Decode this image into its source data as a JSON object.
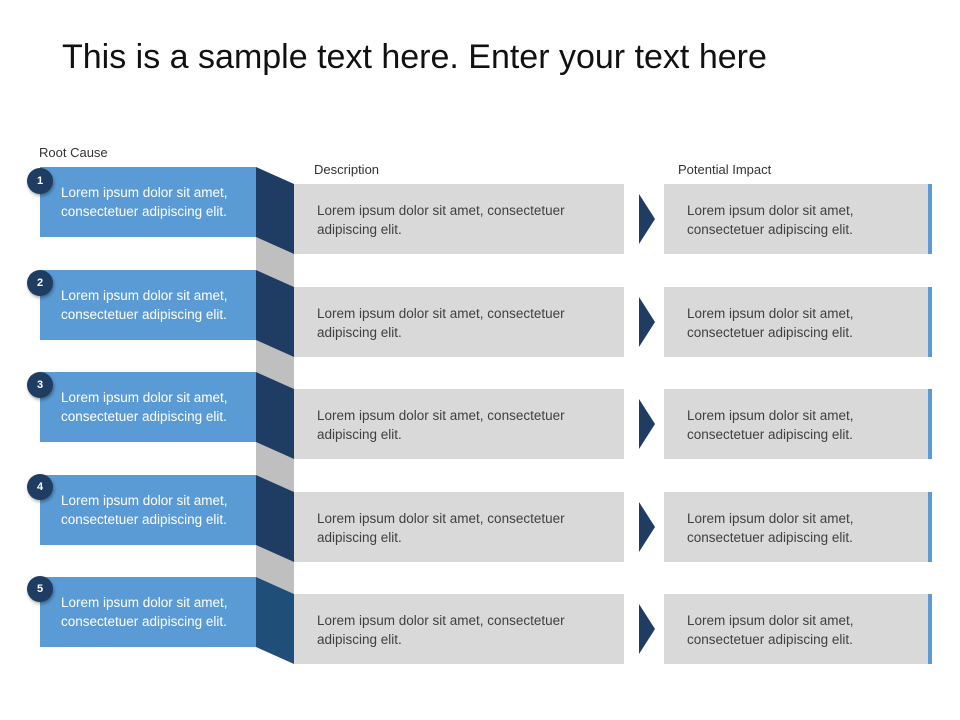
{
  "title": "This is a sample text here. Enter your text here",
  "headers": {
    "root_cause": "Root Cause",
    "description": "Description",
    "potential_impact": "Potential Impact"
  },
  "rows": [
    {
      "number": "1",
      "root": "Lorem ipsum dolor sit amet, consectetuer adipiscing elit.",
      "description": "Lorem ipsum dolor sit amet, consectetuer adipiscing elit.",
      "impact": "Lorem ipsum dolor sit amet, consectetuer adipiscing elit."
    },
    {
      "number": "2",
      "root": "Lorem ipsum dolor sit amet, consectetuer adipiscing elit.",
      "description": "Lorem ipsum dolor sit amet, consectetuer adipiscing elit.",
      "impact": "Lorem ipsum dolor sit amet, consectetuer adipiscing elit."
    },
    {
      "number": "3",
      "root": "Lorem ipsum dolor sit amet, consectetuer adipiscing elit.",
      "description": "Lorem ipsum dolor sit amet, consectetuer adipiscing elit.",
      "impact": "Lorem ipsum dolor sit amet, consectetuer adipiscing elit."
    },
    {
      "number": "4",
      "root": "Lorem ipsum dolor sit amet, consectetuer adipiscing elit.",
      "description": "Lorem ipsum dolor sit amet, consectetuer adipiscing elit.",
      "impact": "Lorem ipsum dolor sit amet, consectetuer adipiscing elit."
    },
    {
      "number": "5",
      "root": "Lorem ipsum dolor sit amet, consectetuer adipiscing elit.",
      "description": "Lorem ipsum dolor sit amet, consectetuer adipiscing elit.",
      "impact": "Lorem ipsum dolor sit amet, consectetuer adipiscing elit."
    }
  ],
  "colors": {
    "root_fill": "#5b9bd5",
    "badge_fill": "#1f3c63",
    "fold_dark": "#1f3c63",
    "fold_last": "#1f4e79",
    "connector_gray": "#bfbfbf",
    "box_gray": "#d9d9d9",
    "arrow": "#1f3c63",
    "impact_accent": "#5b9bd5"
  }
}
